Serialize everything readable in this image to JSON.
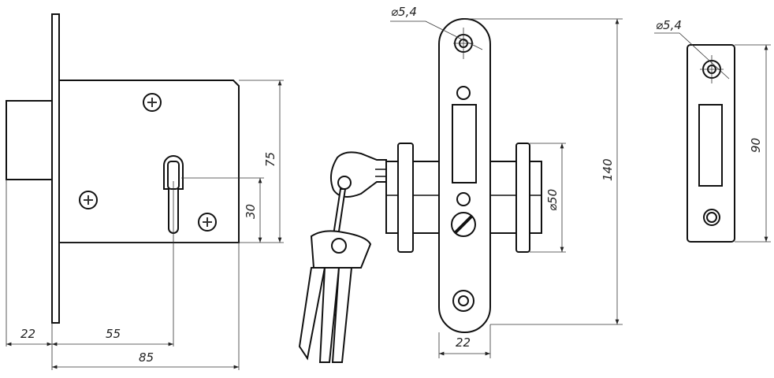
{
  "dimensions": {
    "bolt_projection": "22",
    "backset": "55",
    "body_width": "85",
    "body_height": "75",
    "cylinder_offset": "30",
    "faceplate_hole_diameter": "⌀5,4",
    "faceplate_length": "140",
    "rosette_diameter": "⌀50",
    "faceplate_width": "22",
    "strike_hole_diameter": "⌀5,4",
    "strike_length": "90"
  }
}
